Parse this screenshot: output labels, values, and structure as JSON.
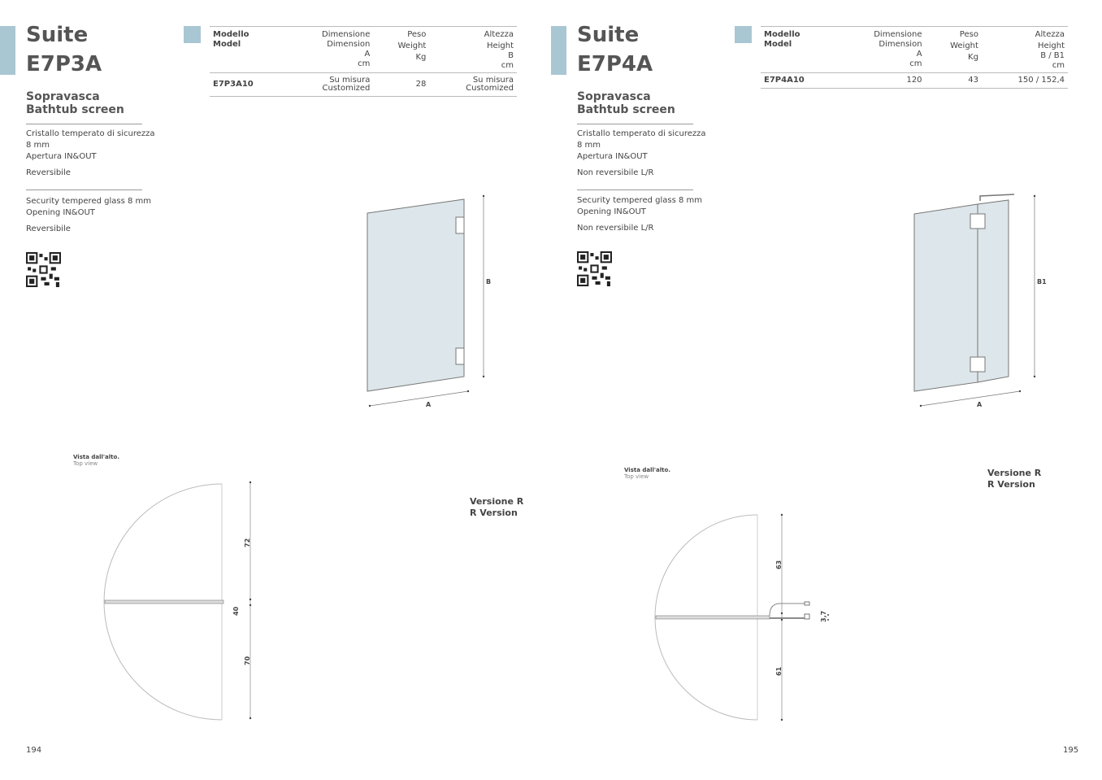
{
  "pages": [
    {
      "series": "Suite",
      "model": "E7P3A",
      "subtitle_it": "Sopravasca",
      "subtitle_en": "Bathtub screen",
      "desc_it": [
        "Cristallo temperato di sicurezza",
        "8 mm",
        "Apertura IN&OUT"
      ],
      "rev_it": "Reversibile",
      "desc_en": [
        "Security tempered glass 8 mm",
        "Opening IN&OUT"
      ],
      "rev_en": "Reversibile",
      "table": {
        "headers": [
          [
            "Modello",
            "Model"
          ],
          [
            "Dimensione",
            "Dimension",
            "A",
            "cm"
          ],
          [
            "Peso",
            "Weight",
            "Kg"
          ],
          [
            "Altezza",
            "Height",
            "B",
            "cm"
          ]
        ],
        "row": [
          "E7P3A10",
          [
            "Su misura",
            "Customized"
          ],
          "28",
          [
            "Su misura",
            "Customized"
          ]
        ]
      },
      "drawing": {
        "width_label": "A",
        "height_label": "B"
      },
      "top_view": {
        "label_it": "Vista dall'alto.",
        "label_en": "Top view",
        "dims": [
          "72",
          "40",
          "70"
        ]
      },
      "version_it": "Versione R",
      "version_en": "R Version",
      "page_number": "194"
    },
    {
      "series": "Suite",
      "model": "E7P4A",
      "subtitle_it": "Sopravasca",
      "subtitle_en": "Bathtub screen",
      "desc_it": [
        "Cristallo temperato di sicurezza",
        "8 mm",
        "Apertura IN&OUT"
      ],
      "rev_it": "Non reversibile L/R",
      "desc_en": [
        "Security tempered glass 8 mm",
        "Opening IN&OUT"
      ],
      "rev_en": "Non reversibile L/R",
      "table": {
        "headers": [
          [
            "Modello",
            "Model"
          ],
          [
            "Dimensione",
            "Dimension",
            "A",
            "cm"
          ],
          [
            "Peso",
            "Weight",
            "Kg"
          ],
          [
            "Altezza",
            "Height",
            "B / B1",
            "cm"
          ]
        ],
        "row": [
          "E7P4A10",
          "120",
          "43",
          "150 / 152,4"
        ]
      },
      "drawing": {
        "width_label": "A",
        "height_label": "B1"
      },
      "top_view": {
        "label_it": "Vista dall'alto.",
        "label_en": "Top view",
        "dims": [
          "63",
          "3,7",
          "61"
        ]
      },
      "version_it": "Versione R",
      "version_en": "R Version",
      "page_number": "195"
    }
  ],
  "colors": {
    "accent": "#a9c6d3",
    "glass": "#dde6ea"
  }
}
